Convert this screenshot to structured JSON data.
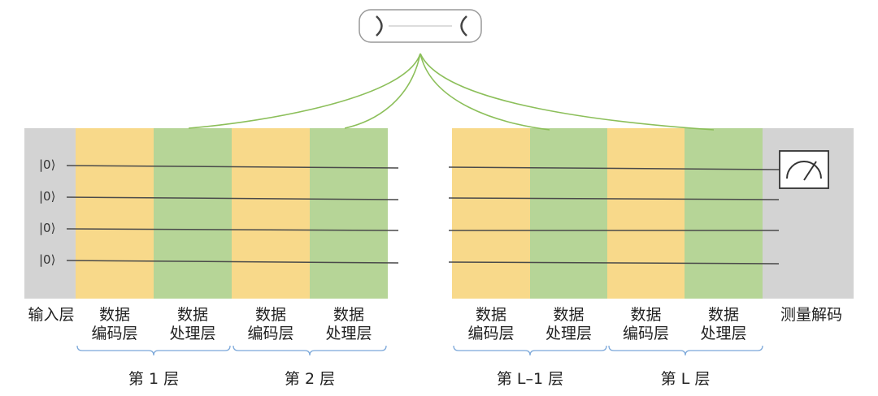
{
  "qubit_states": [
    "|0⟩",
    "|0⟩",
    "|0⟩",
    "|0⟩"
  ],
  "bottom_labels": {
    "input": "输入层",
    "measure": "测量解码",
    "encode": [
      "数据",
      "编码层"
    ],
    "process": [
      "数据",
      "处理层"
    ]
  },
  "group_labels": [
    "第 1 层",
    "第 2 层",
    "第 L–1 层",
    "第 L 层"
  ],
  "colors": {
    "input_output": "#d3d3d3",
    "encoding": "#f8d98a",
    "processing": "#b6d597",
    "connector": "#8cbf5a",
    "bracket": "#7aa7d9"
  },
  "icons": {
    "meter": "measurement-meter-icon",
    "top": "parameter-capsule-icon"
  }
}
